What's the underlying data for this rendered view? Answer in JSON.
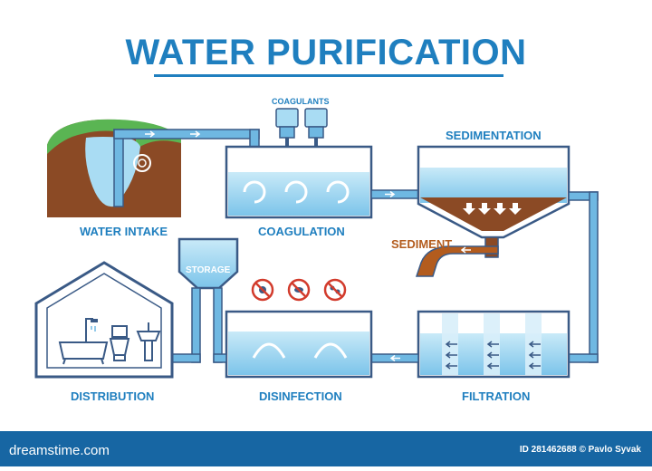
{
  "title": "WATER PURIFICATION",
  "labels": {
    "water_intake": "WATER INTAKE",
    "coagulants": "COAGULANTS",
    "coagulation": "COAGULATION",
    "sedimentation": "SEDIMENTATION",
    "sediment": "SEDIMENT",
    "storage": "STORAGE",
    "distribution": "DISTRIBUTION",
    "disinfection": "DISINFECTION",
    "filtration": "FILTRATION"
  },
  "footer": {
    "logo": "dreamstime.com",
    "id_text": "ID 281462688 © Pavlo Syvak"
  },
  "colors": {
    "title_blue": "#1f7fbf",
    "water_blue": "#a9dcf3",
    "pipe_blue": "#6fb8e2",
    "outline_navy": "#3a5a86",
    "sediment_brown": "#b35c1e",
    "grass_green": "#5ab553",
    "soil_brown": "#8b4a25",
    "footer_blue": "#1766a3"
  },
  "icons": [
    "faucet-icon",
    "bathtub-icon",
    "toilet-icon",
    "sink-icon",
    "no-bacteria-icon",
    "no-germs-icon",
    "no-microbes-icon"
  ]
}
